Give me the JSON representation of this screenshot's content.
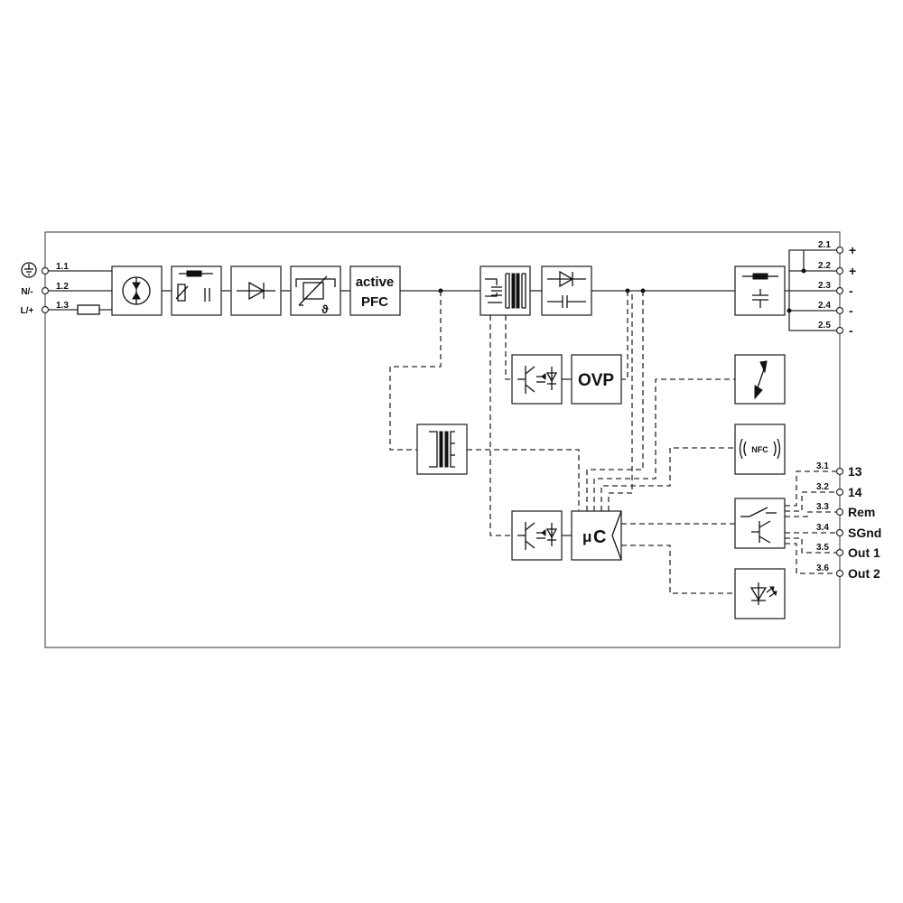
{
  "input_terminals": [
    {
      "id": "1.1",
      "name": ""
    },
    {
      "id": "1.2",
      "name": "N/-"
    },
    {
      "id": "1.3",
      "name": "L/+"
    }
  ],
  "blocks": {
    "pfc_line1": "active",
    "pfc_line2": "PFC",
    "ovp": "OVP",
    "uc_mu": "μ",
    "uc_c": "C",
    "nfc": "NFC"
  },
  "dc_terminals": [
    {
      "id": "2.1",
      "sign": "+"
    },
    {
      "id": "2.2",
      "sign": "+"
    },
    {
      "id": "2.3",
      "sign": "-"
    },
    {
      "id": "2.4",
      "sign": "-"
    },
    {
      "id": "2.5",
      "sign": "-"
    }
  ],
  "signal_terminals": [
    {
      "id": "3.1",
      "name": "13"
    },
    {
      "id": "3.2",
      "name": "14"
    },
    {
      "id": "3.3",
      "name": "Rem"
    },
    {
      "id": "3.4",
      "name": "SGnd"
    },
    {
      "id": "3.5",
      "name": "Out 1"
    },
    {
      "id": "3.6",
      "name": "Out 2"
    }
  ]
}
